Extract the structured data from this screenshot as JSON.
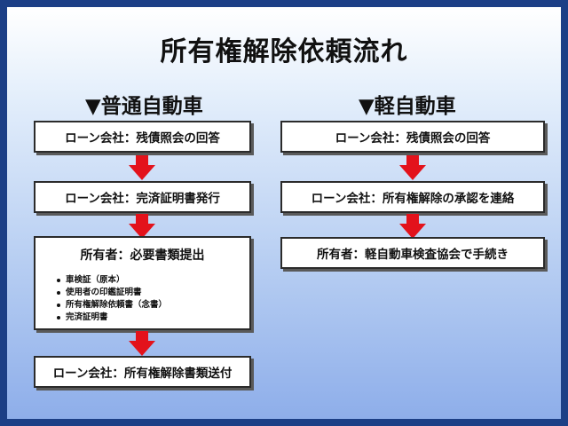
{
  "title": "所有権解除依頼流れ",
  "colors": {
    "frame": "#1c3f86",
    "arrow": "#e3121b",
    "box_border": "#2b2b2b"
  },
  "left": {
    "heading": "▼普通自動車",
    "steps": [
      "ローン会社：残債照会の回答",
      "ローン会社：完済証明書発行",
      "所有者：必要書類提出",
      "ローン会社：所有権解除書類送付"
    ],
    "documents": [
      "車検証（原本）",
      "使用者の印鑑証明書",
      "所有権解除依頼書（念書）",
      "完済証明書"
    ]
  },
  "right": {
    "heading": "▼軽自動車",
    "steps": [
      "ローン会社：残債照会の回答",
      "ローン会社：所有権解除の承認を連絡",
      "所有者：軽自動車検査協会で手続き"
    ]
  }
}
